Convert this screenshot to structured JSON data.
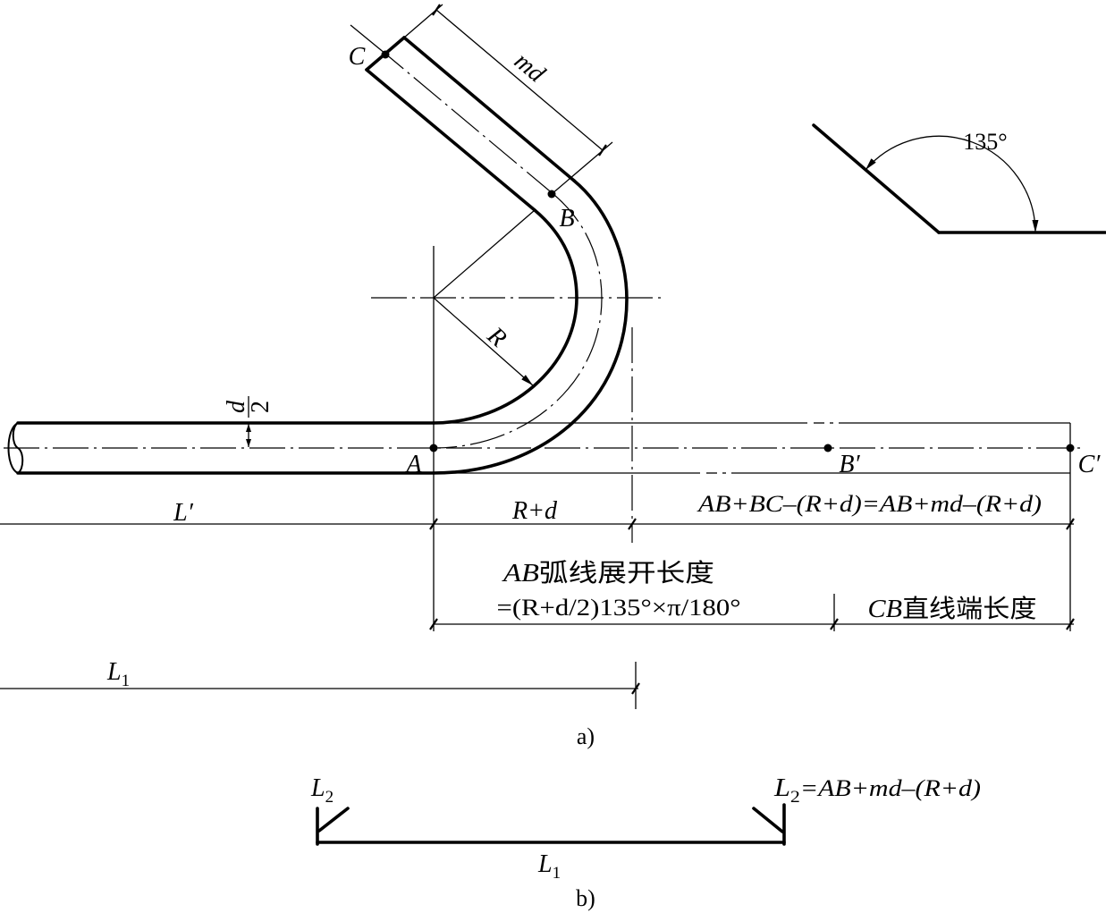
{
  "labels": {
    "point_a": "A",
    "point_b": "B",
    "point_c": "C",
    "point_b_prime": "B′",
    "point_c_prime": "C′",
    "hook_length": "md",
    "radius": "R",
    "half_diameter": {
      "numerator": "d",
      "denominator": "2"
    },
    "bend_angle": "135°"
  },
  "dimensions": {
    "straight_left": "L′",
    "bend_allowance": "R+d",
    "straight_end": "AB+BC–(R+d)=AB+md–(R+d)",
    "arc_development": {
      "arc": "AB",
      "text": "弧线展开长度",
      "formula": "=(R+d/2)135°×π/180°"
    },
    "straight_hook_end": {
      "segment": "CB",
      "text": "直线端长度"
    },
    "total_length": {
      "symbol": "L",
      "subscript": "1"
    }
  },
  "captions": {
    "a": "a)",
    "b": "b)"
  },
  "schematic_b": {
    "hook_left": {
      "symbol": "L",
      "subscript": "2"
    },
    "hook_right": {
      "symbol": "L",
      "subscript": "2",
      "formula": "=AB+md–(R+d)"
    },
    "bar_length": {
      "symbol": "L",
      "subscript": "1"
    }
  },
  "colors": {
    "ink": "#000000",
    "background": "#ffffff"
  }
}
